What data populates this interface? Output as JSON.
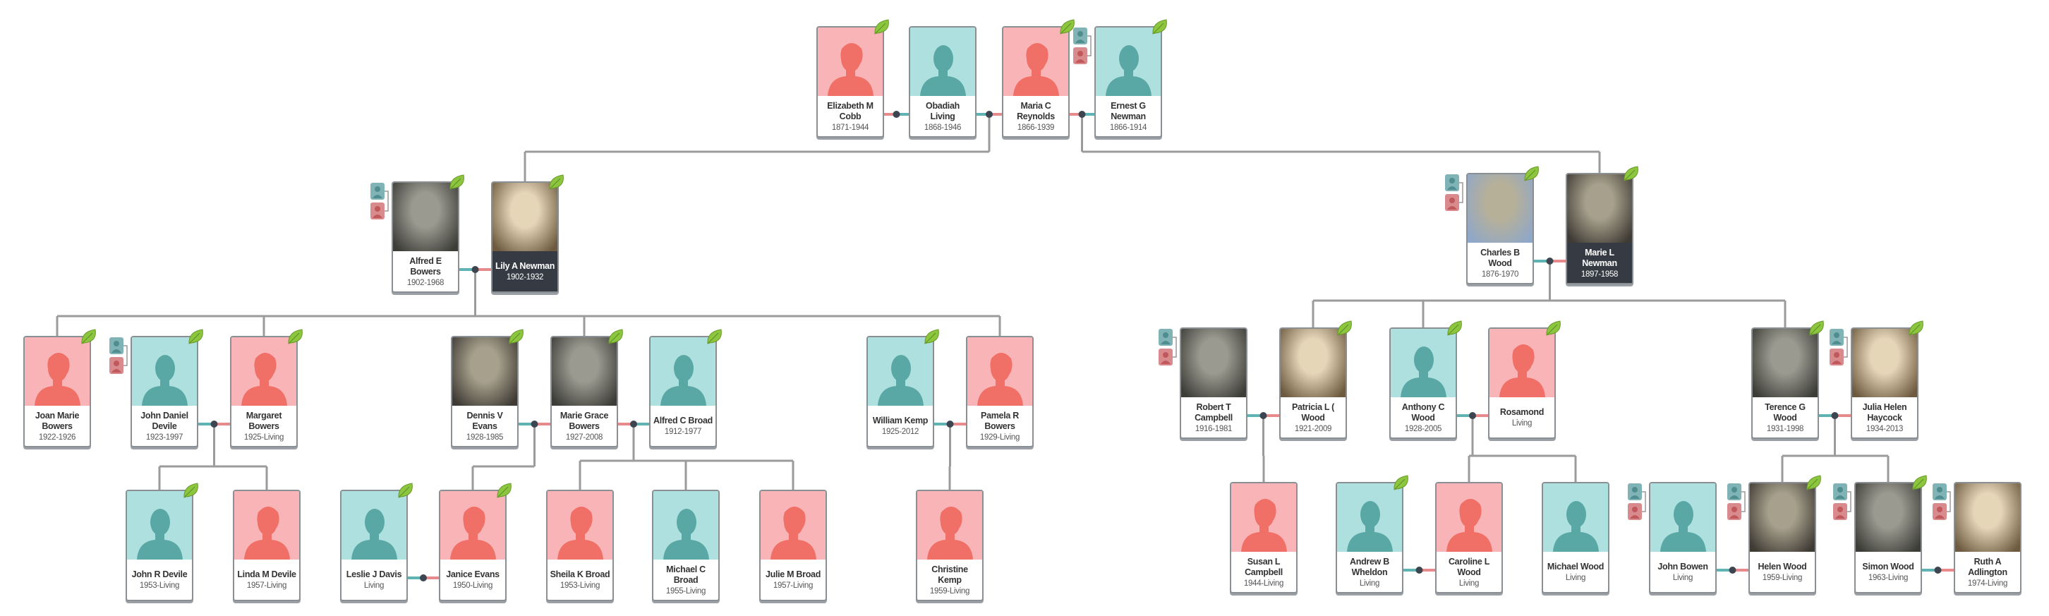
{
  "colors": {
    "female_bg": "#f9b4b8",
    "female_fig": "#f07067",
    "male_bg": "#aee0df",
    "male_fig": "#5aa8a6",
    "line": "#9b9b9b",
    "dot": "#3d4650",
    "leaf": "#8cc63f"
  },
  "people": [
    {
      "name": "Elizabeth M Cobb",
      "dates": "1871-1944",
      "gender": "f"
    },
    {
      "name": "Obadiah Living",
      "dates": "1868-1946",
      "gender": "m"
    },
    {
      "name": "Maria C Reynolds",
      "dates": "1866-1939",
      "gender": "f"
    },
    {
      "name": "Ernest G Newman",
      "dates": "1866-1914",
      "gender": "m"
    },
    {
      "name": "Alfred E Bowers",
      "dates": "1902-1968",
      "gender": "m",
      "photo": true
    },
    {
      "name": "Lily A Newman",
      "dates": "1902-1932",
      "gender": "f",
      "photo": true,
      "focus": true
    },
    {
      "name": "Charles B Wood",
      "dates": "1876-1970",
      "gender": "m",
      "photo": true
    },
    {
      "name": "Marie L Newman",
      "dates": "1897-1958",
      "gender": "f",
      "photo": true,
      "focus": true
    },
    {
      "name": "Joan Marie Bowers",
      "dates": "1922-1926",
      "gender": "f"
    },
    {
      "name": "John Daniel Devile",
      "dates": "1923-1997",
      "gender": "m"
    },
    {
      "name": "Margaret Bowers",
      "dates": "1925-Living",
      "gender": "f"
    },
    {
      "name": "Dennis V Evans",
      "dates": "1928-1985",
      "gender": "m",
      "photo": true
    },
    {
      "name": "Marie Grace Bowers",
      "dates": "1927-2008",
      "gender": "f",
      "photo": true
    },
    {
      "name": "Alfred C Broad",
      "dates": "1912-1977",
      "gender": "m"
    },
    {
      "name": "William Kemp",
      "dates": "1925-2012",
      "gender": "m"
    },
    {
      "name": "Pamela R Bowers",
      "dates": "1929-Living",
      "gender": "f"
    },
    {
      "name": "Robert T Campbell",
      "dates": "1916-1981",
      "gender": "m",
      "photo": true
    },
    {
      "name": "Patricia L ( Wood",
      "dates": "1921-2009",
      "gender": "f",
      "photo": true
    },
    {
      "name": "Anthony C Wood",
      "dates": "1928-2005",
      "gender": "m"
    },
    {
      "name": "Rosamond",
      "dates": "Living",
      "gender": "f"
    },
    {
      "name": "Terence G Wood",
      "dates": "1931-1998",
      "gender": "m",
      "photo": true
    },
    {
      "name": "Julia Helen Haycock",
      "dates": "1934-2013",
      "gender": "f",
      "photo": true
    },
    {
      "name": "John R Devile",
      "dates": "1953-Living",
      "gender": "m"
    },
    {
      "name": "Linda M Devile",
      "dates": "1957-Living",
      "gender": "f"
    },
    {
      "name": "Leslie J Davis",
      "dates": "Living",
      "gender": "m"
    },
    {
      "name": "Janice Evans",
      "dates": "1950-Living",
      "gender": "f"
    },
    {
      "name": "Sheila K Broad",
      "dates": "1953-Living",
      "gender": "f"
    },
    {
      "name": "Michael C Broad",
      "dates": "1955-Living",
      "gender": "m"
    },
    {
      "name": "Julie M Broad",
      "dates": "1957-Living",
      "gender": "f"
    },
    {
      "name": "Christine Kemp",
      "dates": "1959-Living",
      "gender": "f"
    },
    {
      "name": "Susan L Campbell",
      "dates": "1944-Living",
      "gender": "f"
    },
    {
      "name": "Andrew B Wheldon",
      "dates": "Living",
      "gender": "m"
    },
    {
      "name": "Caroline L Wood",
      "dates": "Living",
      "gender": "f"
    },
    {
      "name": "Michael Wood",
      "dates": "Living",
      "gender": "m"
    },
    {
      "name": "John Bowen",
      "dates": "Living",
      "gender": "m"
    },
    {
      "name": "Helen Wood",
      "dates": "1959-Living",
      "gender": "f",
      "photo": true
    },
    {
      "name": "Simon Wood",
      "dates": "1963-Living",
      "gender": "m",
      "photo": true
    },
    {
      "name": "Ruth A Adlington",
      "dates": "1974-Living",
      "gender": "f",
      "photo": true
    }
  ]
}
